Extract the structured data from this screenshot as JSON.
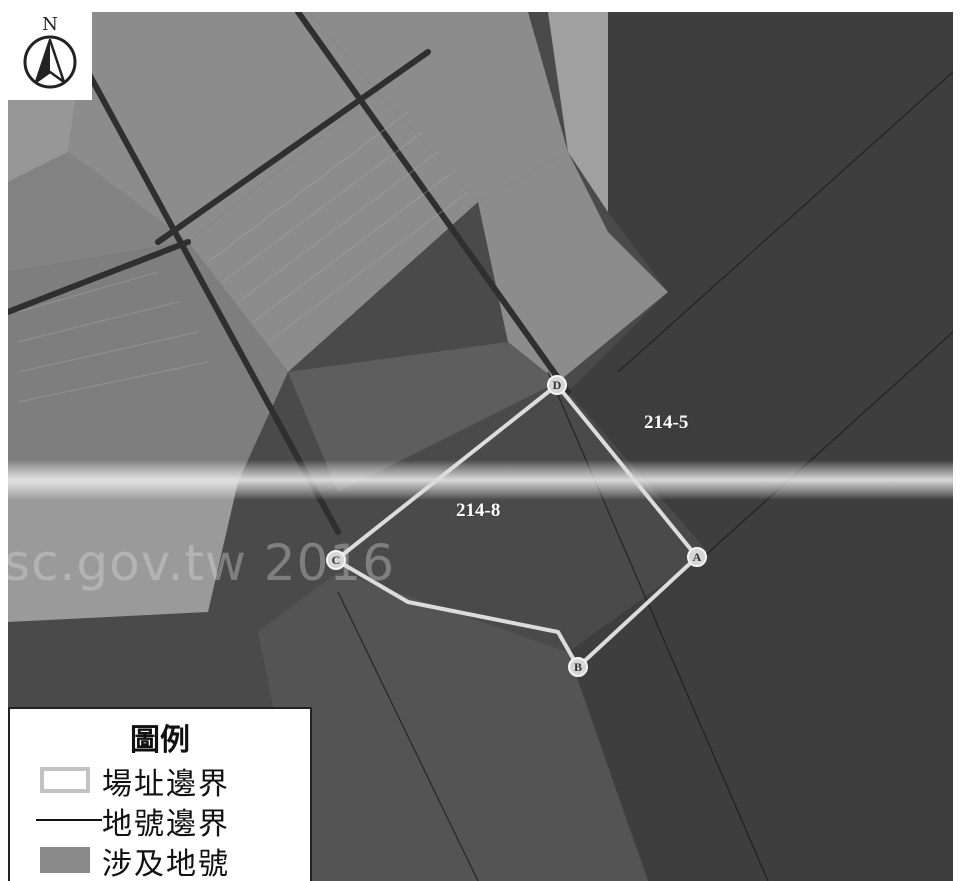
{
  "compass": {
    "north_label": "N",
    "icon": "north-arrow-icon"
  },
  "parcels": [
    {
      "id": "214-5"
    },
    {
      "id": "214-8"
    }
  ],
  "boundary_points": [
    "D",
    "A",
    "B",
    "C"
  ],
  "watermark_text": "sc.gov.tw 2016",
  "legend": {
    "title": "圖例",
    "items": [
      {
        "symbol": "site-boundary",
        "label": "場址邊界"
      },
      {
        "symbol": "parcel-boundary",
        "label": "地號邊界"
      },
      {
        "symbol": "involved-parcel",
        "label": "涉及地號"
      }
    ]
  },
  "colors": {
    "site_boundary": "#dcdcdc",
    "parcel_boundary": "#111111",
    "involved_parcel_fill": "#8a8a8a"
  }
}
